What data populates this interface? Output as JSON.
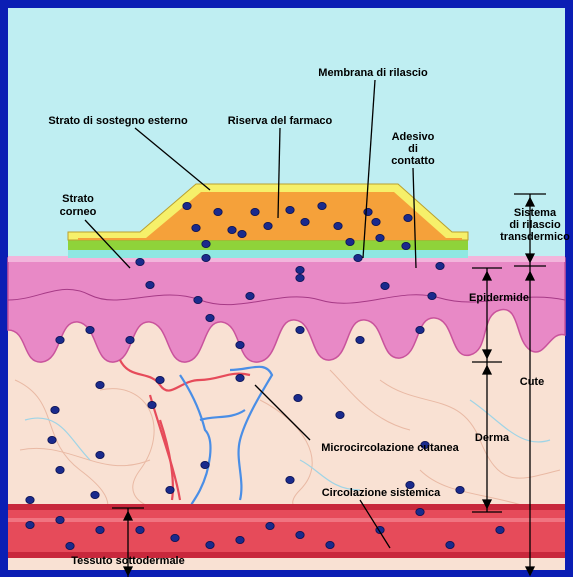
{
  "colors": {
    "frame": "#0b1eb4",
    "sky": "#bfeef2",
    "epidermis": "#e889c6",
    "dermis": "#f9e1d3",
    "vessel": "#e64b5a",
    "patch_reservoir": "#f5a13a",
    "patch_backing": "#f6f06a",
    "adhesive": "#8fd33a",
    "membrane": "#8fe7e2",
    "drug_particle": "#1a2a8c"
  },
  "labels": {
    "release_membrane": "Membrana di rilascio",
    "backing_layer": "Strato di sostegno esterno",
    "drug_reservoir": "Riserva del farmaco",
    "contact_adhesive_1": "Adesivo",
    "contact_adhesive_2": "di",
    "contact_adhesive_3": "contatto",
    "stratum_corneum_1": "Strato",
    "stratum_corneum_2": "corneo",
    "delivery_system_1": "Sistema",
    "delivery_system_2": "di rilascio",
    "delivery_system_3": "transdermico",
    "epidermis": "Epidermide",
    "skin": "Cute",
    "dermis": "Derma",
    "cutaneous_microcirculation": "Microcircolazione cutanea",
    "systemic_circulation": "Circolazione sistemica",
    "subdermal_tissue": "Tessuto sottodermale"
  }
}
